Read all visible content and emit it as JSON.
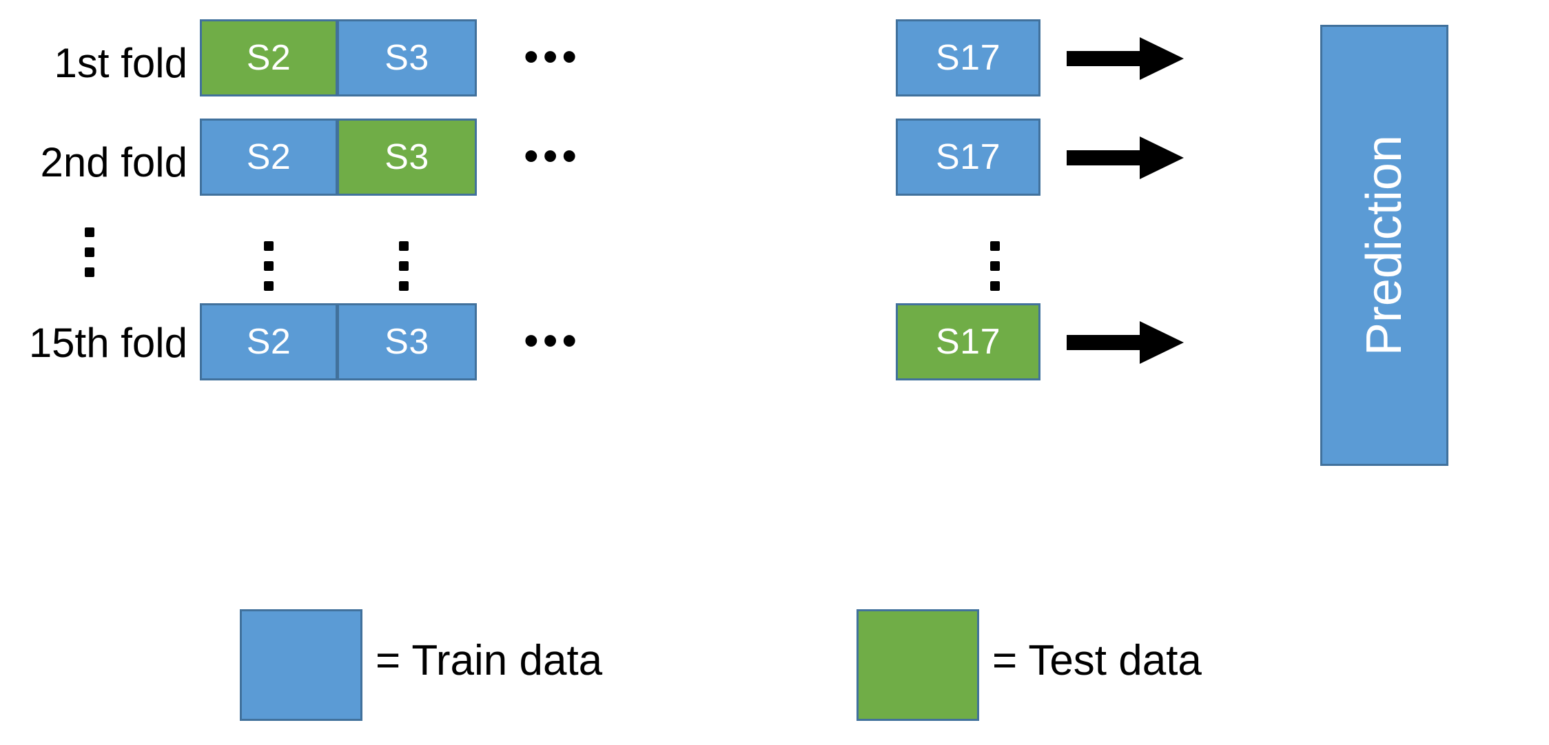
{
  "colors": {
    "train_fill": "#5B9BD5",
    "test_fill": "#70AD47",
    "box_border": "#41719C",
    "arrow": "#000000",
    "background": "#FFFFFF",
    "box_text": "#FFFFFF",
    "label_text": "#000000"
  },
  "folds": [
    {
      "label": "1st fold",
      "segments": [
        {
          "name": "S2",
          "role": "test"
        },
        {
          "name": "S3",
          "role": "train"
        }
      ],
      "gap_marker": "•••",
      "last_segment": {
        "name": "S17",
        "role": "train"
      },
      "arrow": "arrow-right"
    },
    {
      "label": "2nd fold",
      "segments": [
        {
          "name": "S2",
          "role": "train"
        },
        {
          "name": "S3",
          "role": "test"
        }
      ],
      "gap_marker": "•••",
      "last_segment": {
        "name": "S17",
        "role": "train"
      },
      "arrow": "arrow-right"
    },
    {
      "label": "15th fold",
      "segments": [
        {
          "name": "S2",
          "role": "train"
        },
        {
          "name": "S3",
          "role": "train"
        }
      ],
      "gap_marker": "•••",
      "last_segment": {
        "name": "S17",
        "role": "test"
      },
      "arrow": "arrow-right"
    }
  ],
  "continuation": {
    "marker": "vertical-ellipsis",
    "columns": [
      "label",
      "S2",
      "S3",
      "S17"
    ]
  },
  "prediction": {
    "label": "Prediction",
    "orientation": "vertical-bottom-to-top",
    "fill": "#5B9BD5"
  },
  "legend": [
    {
      "swatch": "train",
      "text": "= Train data"
    },
    {
      "swatch": "test",
      "text": "= Test data"
    }
  ]
}
